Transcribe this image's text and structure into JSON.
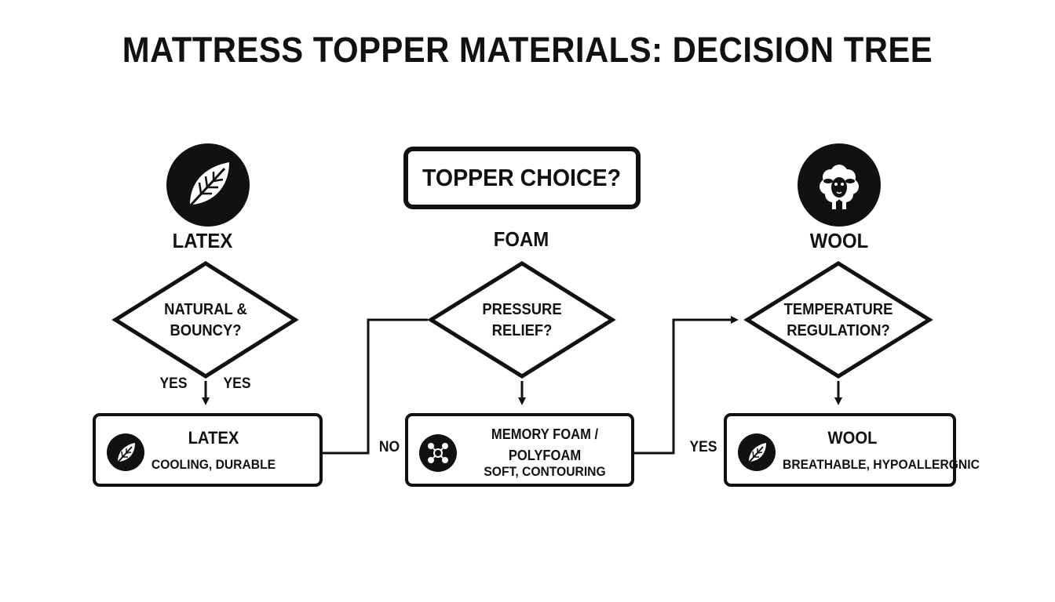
{
  "title": "MATTRESS TOPPER MATERIALS: DECISION TREE",
  "root": {
    "question": "TOPPER CHOICE?"
  },
  "branches": [
    {
      "name": "LATEX",
      "icon": "leaf-icon",
      "question_line1": "NATURAL &",
      "question_line2": "BOUNCY?",
      "edge_left": "YES",
      "edge_right": "YES",
      "result_title": "LATEX",
      "result_desc": "COOLING, DURABLE",
      "result_icon": "leaf-icon"
    },
    {
      "name": "FOAM",
      "question_line1": "PRESSURE",
      "question_line2": "RELIEF?",
      "result_title_line1": "MEMORY FOAM /",
      "result_title_line2": "POLYFOAM",
      "result_desc": "SOFT, CONTOURING",
      "result_icon": "foam-cells-icon"
    },
    {
      "name": "WOOL",
      "icon": "sheep-icon",
      "question_line1": "TEMPERATURE",
      "question_line2": "REGULATION?",
      "result_title": "WOOL",
      "result_desc": "BREATHABLE, HYPOALLERGNIC",
      "result_icon": "leaf-icon"
    }
  ],
  "connectors": {
    "no_label": "NO",
    "yes_label": "YES"
  },
  "colors": {
    "ink": "#111111",
    "background": "#ffffff"
  }
}
